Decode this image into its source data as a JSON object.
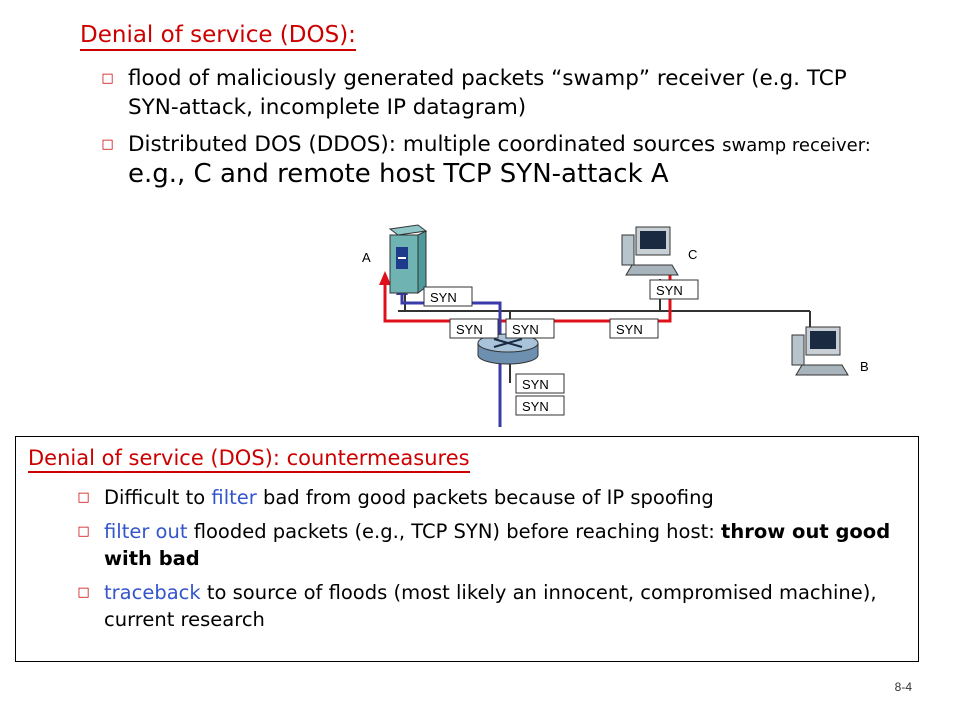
{
  "slide": {
    "title": "Denial of service (DOS):",
    "bullets": [
      {
        "text": "flood of maliciously generated packets “swamp” receiver (e.g. TCP SYN-attack, incomplete IP datagram)"
      },
      {
        "text_a": "Distributed DOS (DDOS): multiple coordinated sources",
        "text_b": "swamp receiver: ",
        "text_c": "e.g., C and remote host TCP SYN-attack A"
      }
    ],
    "slide_number": "8-4"
  },
  "diagram": {
    "nodes": {
      "a": "A",
      "b": "B",
      "c": "C"
    },
    "packet_label": "SYN",
    "colors": {
      "attack_red": "#e0101a",
      "attack_blue": "#3a3aa8",
      "wire": "#333333"
    }
  },
  "countermeasures": {
    "title": "Denial of service (DOS): countermeasures",
    "items": [
      {
        "text": "Difficult to ",
        "highlight": "filter",
        "rest": " bad from good packets because of IP spoofing"
      },
      {
        "highlight": "filter out",
        "rest": " flooded packets (e.g., TCP SYN) before reaching host: ",
        "bold": "throw out good with bad"
      },
      {
        "highlight": "traceback",
        "rest": " to source of floods (most likely an innocent, compromised machine), current research"
      }
    ]
  },
  "icons": {
    "bullet": "circle-bullet-icon",
    "server": "server-tower-icon",
    "host": "desktop-computer-icon",
    "router": "router-icon"
  }
}
